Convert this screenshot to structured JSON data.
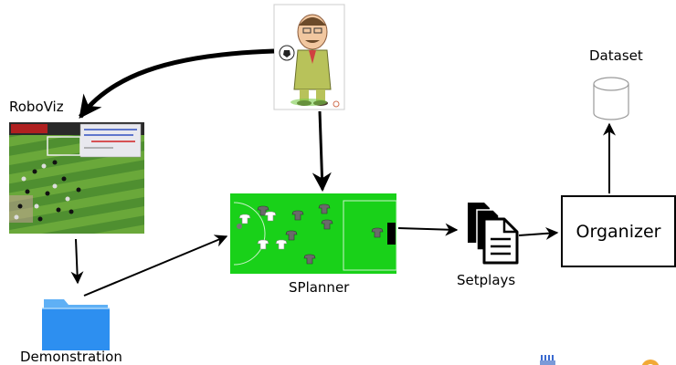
{
  "nodes": {
    "roboviz": {
      "label": "RoboViz"
    },
    "dataset": {
      "label": "Dataset"
    },
    "splanner": {
      "label": "SPlanner"
    },
    "setplays": {
      "label": "Setplays"
    },
    "organizer": {
      "label": "Organizer"
    },
    "demonstration": {
      "label": "Demonstration"
    }
  },
  "colors": {
    "field_green": "#19d119",
    "field_line": "#c9f2c9",
    "goal": "#000000",
    "folder_blue": "#2d8ff0",
    "folder_tab": "#5fb0f5",
    "arrow": "#000000",
    "db_stroke": "#9a9a9a"
  },
  "edges": [
    [
      "coach",
      "roboviz"
    ],
    [
      "coach",
      "splanner"
    ],
    [
      "roboviz",
      "demonstration"
    ],
    [
      "demonstration",
      "splanner"
    ],
    [
      "splanner",
      "setplays"
    ],
    [
      "setplays",
      "organizer"
    ],
    [
      "organizer",
      "dataset"
    ]
  ]
}
